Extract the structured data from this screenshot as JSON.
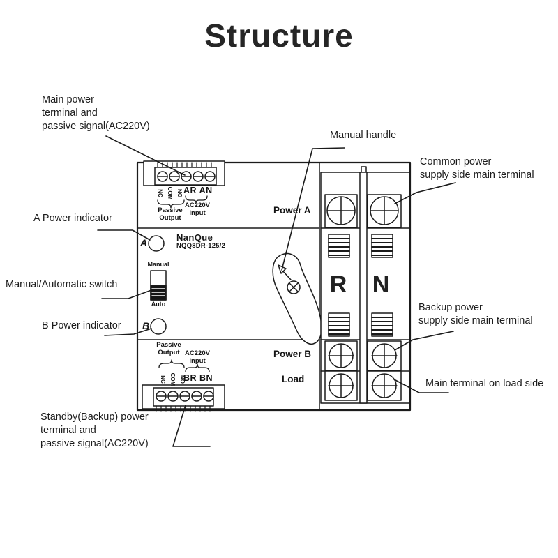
{
  "title": "Structure",
  "colors": {
    "ink": "#1b1b1b",
    "background": "#ffffff"
  },
  "callouts": {
    "main_power": "Main power\nterminal and\npassive signal(AC220V)",
    "a_indicator": "A Power indicator",
    "manual_switch": "Manual/Automatic switch",
    "b_indicator": "B Power indicator",
    "manual_handle": "Manual handle",
    "common_power": "Common power\nsupply side main terminal",
    "backup_power": "Backup power\nsupply side main terminal",
    "load_side": "Main terminal on load side",
    "standby_power": "Standby(Backup) power\nterminal and\npassive signal(AC220V)"
  },
  "device": {
    "brand": "NanQue",
    "model": "NQQ8DR-125/2",
    "power_a": "Power A",
    "power_b": "Power B",
    "load": "Load",
    "phase_r": "R",
    "phase_n": "N",
    "indicator_a": "A",
    "indicator_b": "B",
    "switch_manual": "Manual",
    "switch_auto": "Auto",
    "top_block": {
      "terminal_1": "NC",
      "terminal_2": "COM",
      "terminal_3": "NO",
      "ac_terminals": "AR AN",
      "passive_label": "Passive\nOutput",
      "ac_label": "AC220V\nInput"
    },
    "bottom_block": {
      "terminal_1": "NC",
      "terminal_2": "COM",
      "terminal_3": "NO",
      "ac_terminals": "BR BN",
      "passive_label": "Passive\nOutput",
      "ac_label": "AC220V\nInput"
    }
  }
}
